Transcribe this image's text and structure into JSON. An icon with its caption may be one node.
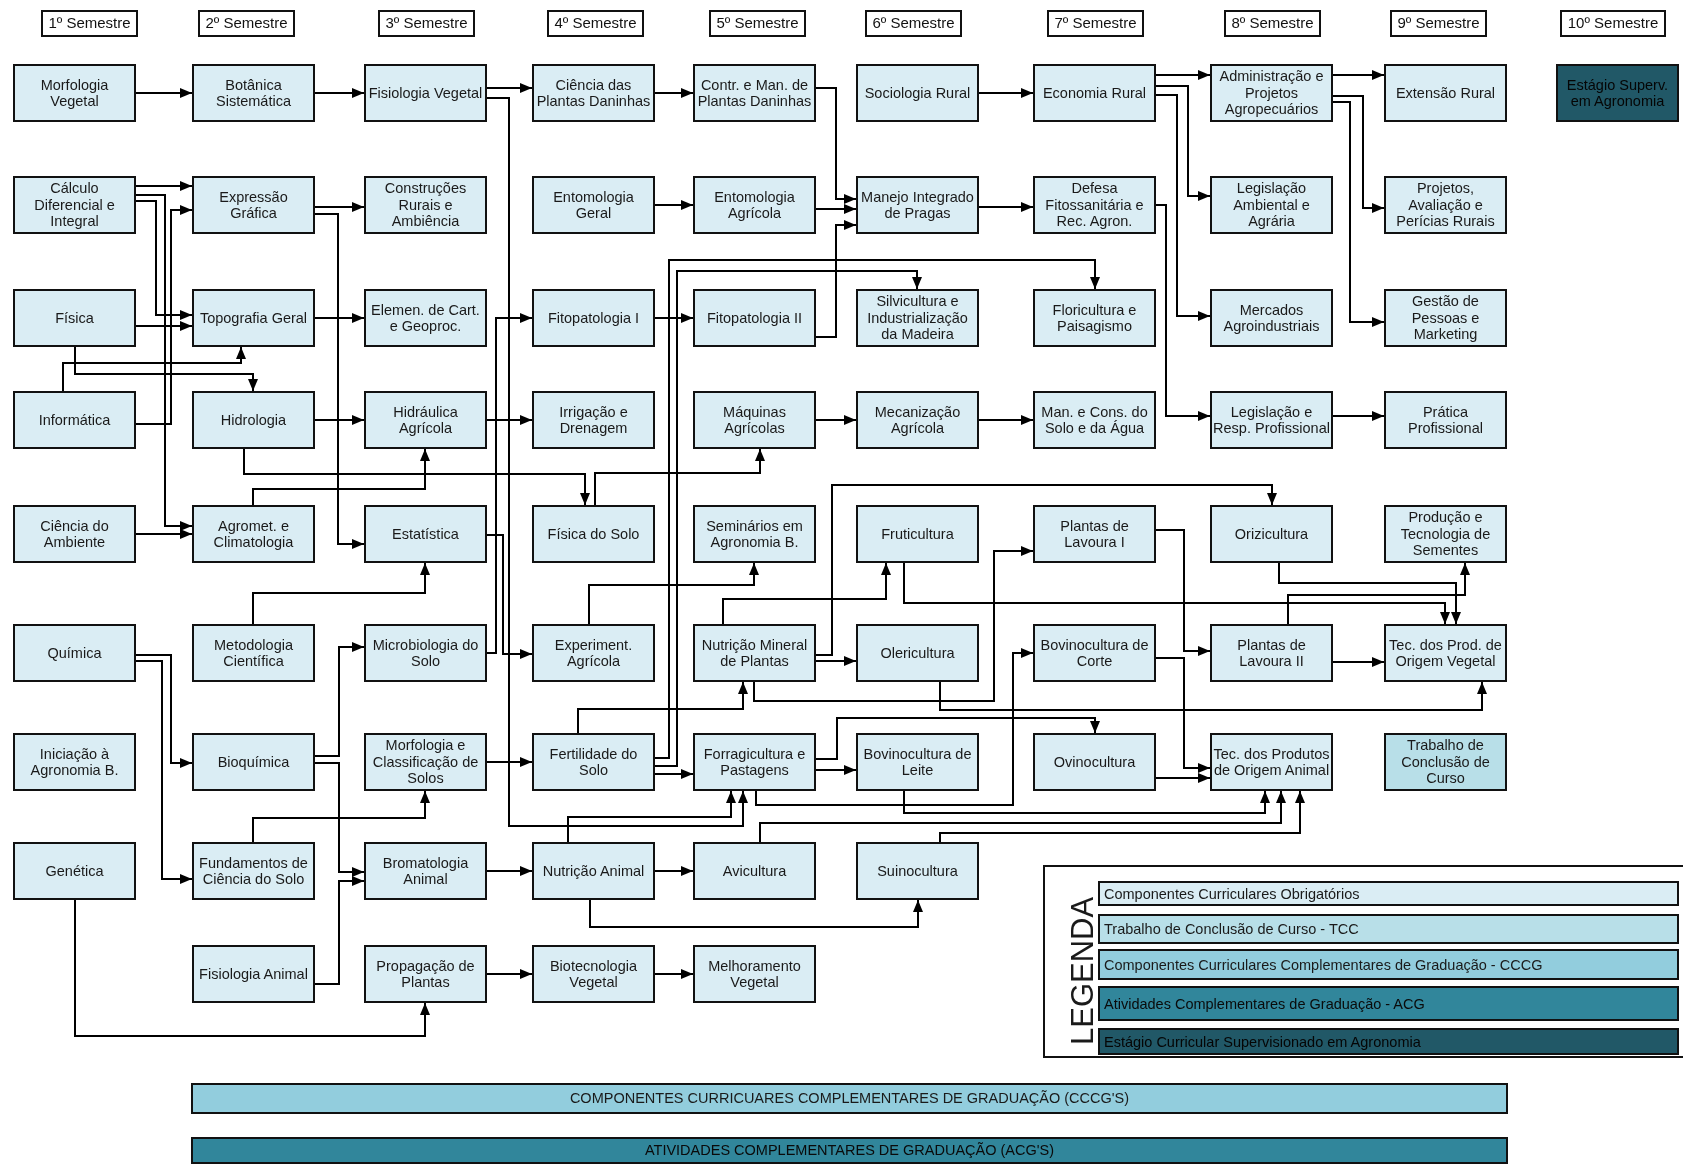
{
  "diagram": {
    "nodes": [
      {
        "text": [
          "1º Semestre"
        ]
      },
      {
        "text": [
          "2º Semestre"
        ]
      },
      {
        "text": [
          "3º Semestre"
        ]
      },
      {
        "text": [
          "4º Semestre"
        ]
      },
      {
        "text": [
          "5º Semestre"
        ]
      },
      {
        "text": [
          "6º Semestre"
        ]
      },
      {
        "text": [
          "7º Semestre"
        ]
      },
      {
        "text": [
          "8º Semestre"
        ]
      },
      {
        "text": [
          "9º Semestre"
        ]
      },
      {
        "text": [
          "10º Semestre"
        ]
      },
      {
        "text": [
          "Morfologia Vegetal"
        ]
      },
      {
        "text": [
          "Cálculo Diferencial e Integral"
        ]
      },
      {
        "text": [
          "Física"
        ]
      },
      {
        "text": [
          "Informática"
        ]
      },
      {
        "text": [
          "Ciência do Ambiente"
        ]
      },
      {
        "text": [
          "Química"
        ]
      },
      {
        "text": [
          "Iniciação à Agronomia B."
        ]
      },
      {
        "text": [
          "Genética"
        ]
      },
      {
        "text": [
          "Botânica Sistemática"
        ]
      },
      {
        "text": [
          "Expressão Gráfica"
        ]
      },
      {
        "text": [
          "Topografia Geral"
        ]
      },
      {
        "text": [
          "Hidrologia"
        ]
      },
      {
        "text": [
          "Agromet. e Climatologia"
        ]
      },
      {
        "text": [
          "Metodologia Científica"
        ]
      },
      {
        "text": [
          "Bioquímica"
        ]
      },
      {
        "text": [
          "Fundamentos de Ciência do Solo"
        ]
      },
      {
        "text": [
          "Fisiologia Animal"
        ]
      },
      {
        "text": [
          "Fisiologia Vegetal"
        ]
      },
      {
        "text": [
          "Construções Rurais e Ambiência"
        ]
      },
      {
        "text": [
          "Elemen. de Cart. e Geoproc."
        ]
      },
      {
        "text": [
          "Hidráulica Agrícola"
        ]
      },
      {
        "text": [
          "Estatística"
        ]
      },
      {
        "text": [
          "Microbiologia do Solo"
        ]
      },
      {
        "text": [
          "Morfologia e Classificação de Solos"
        ]
      },
      {
        "text": [
          "Bromatologia Animal"
        ]
      },
      {
        "text": [
          "Propagação de Plantas"
        ]
      },
      {
        "text": [
          "Ciência das Plantas Daninhas"
        ]
      },
      {
        "text": [
          "Entomologia Geral"
        ]
      },
      {
        "text": [
          "Fitopatologia I"
        ]
      },
      {
        "text": [
          "Irrigação e Drenagem"
        ]
      },
      {
        "text": [
          "Física do Solo"
        ]
      },
      {
        "text": [
          "Experiment. Agrícola"
        ]
      },
      {
        "text": [
          "Fertilidade do Solo"
        ]
      },
      {
        "text": [
          "Nutrição Animal"
        ]
      },
      {
        "text": [
          "Biotecnologia Vegetal"
        ]
      },
      {
        "text": [
          "Contr. e Man. de Plantas Daninhas"
        ]
      },
      {
        "text": [
          "Entomologia Agrícola"
        ]
      },
      {
        "text": [
          "Fitopatologia II"
        ]
      },
      {
        "text": [
          "Máquinas Agrícolas"
        ]
      },
      {
        "text": [
          "Seminários em Agronomia B."
        ]
      },
      {
        "text": [
          "Nutrição Mineral de Plantas"
        ]
      },
      {
        "text": [
          "Forragicultura e Pastagens"
        ]
      },
      {
        "text": [
          "Avicultura"
        ]
      },
      {
        "text": [
          "Melhoramento Vegetal"
        ]
      },
      {
        "text": [
          "Sociologia Rural"
        ]
      },
      {
        "text": [
          "Manejo Integrado de Pragas"
        ]
      },
      {
        "text": [
          "Silvicultura e Industrialização da Madeira"
        ]
      },
      {
        "text": [
          "Mecanização Agrícola"
        ]
      },
      {
        "text": [
          "Fruticultura"
        ]
      },
      {
        "text": [
          "Olericultura"
        ]
      },
      {
        "text": [
          "Bovinocultura de Leite"
        ]
      },
      {
        "text": [
          "Suinocultura"
        ]
      },
      {
        "text": [
          "Economia Rural"
        ]
      },
      {
        "text": [
          "Defesa Fitossanitária e Rec. Agron."
        ]
      },
      {
        "text": [
          "Floricultura e Paisagismo"
        ]
      },
      {
        "text": [
          "Man. e Cons. do Solo e da Água"
        ]
      },
      {
        "text": [
          "Plantas de Lavoura I"
        ]
      },
      {
        "text": [
          "Bovinocultura de Corte"
        ]
      },
      {
        "text": [
          "Ovinocultura"
        ]
      },
      {
        "text": [
          "Administração e Projetos Agropecuários"
        ]
      },
      {
        "text": [
          "Legislação Ambiental e Agrária"
        ]
      },
      {
        "text": [
          "Mercados Agroindustriais"
        ]
      },
      {
        "text": [
          "Legislação e Resp. Profissional"
        ]
      },
      {
        "text": [
          "Orizicultura"
        ]
      },
      {
        "text": [
          "Plantas de Lavoura II"
        ]
      },
      {
        "text": [
          "Tec. dos Produtos de Origem Animal"
        ]
      },
      {
        "text": [
          "Extensão Rural"
        ]
      },
      {
        "text": [
          "Projetos, Avaliação e Perícias Rurais"
        ]
      },
      {
        "text": [
          "Gestão de Pessoas e Marketing"
        ]
      },
      {
        "text": [
          "Prática Profissional"
        ]
      },
      {
        "text": [
          "Produção e Tecnologia de Sementes"
        ]
      },
      {
        "text": [
          "Tec. dos Prod. de Origem Vegetal"
        ]
      },
      {
        "text": [
          "Trabalho de Conclusão de Curso"
        ]
      },
      {
        "text": [
          "Estágio Superv. em Agronomia"
        ]
      },
      {
        "text": [
          "COMPONENTES CURRICUARES COMPLEMENTARES DE GRADUAÇÃO (CCCG'S)"
        ]
      },
      {
        "text": [
          "ATIVIDADES COMPLEMENTARES DE GRADUAÇÃO (ACG'S)"
        ]
      }
    ],
    "edges": [
      {
        "from": 10,
        "to": 18,
        "arrow": "to"
      },
      {
        "from": 18,
        "to": 27,
        "arrow": "to"
      },
      {
        "from": 27,
        "to": 36,
        "arrow": "to"
      },
      {
        "from": 27,
        "to": 51,
        "arrow": "to"
      },
      {
        "from": 36,
        "to": 45,
        "arrow": "to"
      },
      {
        "from": 45,
        "to": 55,
        "arrow": "to"
      },
      {
        "from": 11,
        "to": 19,
        "arrow": "to"
      },
      {
        "from": 11,
        "to": 20,
        "arrow": "to"
      },
      {
        "from": 11,
        "to": 22,
        "arrow": "to"
      },
      {
        "from": 12,
        "to": 20,
        "arrow": "to"
      },
      {
        "from": 12,
        "to": 21,
        "arrow": "to"
      },
      {
        "from": 13,
        "to": 19,
        "arrow": "to"
      },
      {
        "from": 13,
        "to": 20,
        "arrow": "to"
      },
      {
        "from": 14,
        "to": 22,
        "arrow": "to"
      },
      {
        "from": 19,
        "to": 28,
        "arrow": "to"
      },
      {
        "from": 19,
        "to": 31,
        "arrow": "to"
      },
      {
        "from": 20,
        "to": 29,
        "arrow": "to"
      },
      {
        "from": 21,
        "to": 30,
        "arrow": "to"
      },
      {
        "from": 21,
        "to": 40,
        "arrow": "to"
      },
      {
        "from": 22,
        "to": 30,
        "arrow": "to"
      },
      {
        "from": 23,
        "to": 31,
        "arrow": "to"
      },
      {
        "from": 15,
        "to": 24,
        "arrow": "to"
      },
      {
        "from": 15,
        "to": 25,
        "arrow": "to"
      },
      {
        "from": 24,
        "to": 32,
        "arrow": "to"
      },
      {
        "from": 24,
        "to": 34,
        "arrow": "to"
      },
      {
        "from": 25,
        "to": 33,
        "arrow": "to"
      },
      {
        "from": 26,
        "to": 34,
        "arrow": "to"
      },
      {
        "from": 17,
        "to": 35,
        "arrow": "to"
      },
      {
        "from": 30,
        "to": 39,
        "arrow": "to"
      },
      {
        "from": 31,
        "to": 41,
        "arrow": "to"
      },
      {
        "from": 32,
        "to": 38,
        "arrow": "to"
      },
      {
        "from": 33,
        "to": 42,
        "arrow": "to"
      },
      {
        "from": 34,
        "to": 43,
        "arrow": "to"
      },
      {
        "from": 35,
        "to": 44,
        "arrow": "to"
      },
      {
        "from": 37,
        "to": 46,
        "arrow": "to"
      },
      {
        "from": 38,
        "to": 47,
        "arrow": "to"
      },
      {
        "from": 40,
        "to": 48,
        "arrow": "to"
      },
      {
        "from": 41,
        "to": 49,
        "arrow": "to"
      },
      {
        "from": 42,
        "to": 50,
        "arrow": "to"
      },
      {
        "from": 42,
        "to": 51,
        "arrow": "to"
      },
      {
        "from": 42,
        "to": 56,
        "arrow": "to"
      },
      {
        "from": 42,
        "to": 64,
        "arrow": "to"
      },
      {
        "from": 43,
        "to": 51,
        "arrow": "to"
      },
      {
        "from": 43,
        "to": 52,
        "arrow": "to"
      },
      {
        "from": 43,
        "to": 61,
        "arrow": "to"
      },
      {
        "from": 44,
        "to": 53,
        "arrow": "to"
      },
      {
        "from": 46,
        "to": 55,
        "arrow": "to"
      },
      {
        "from": 47,
        "to": 55,
        "arrow": "to"
      },
      {
        "from": 48,
        "to": 57,
        "arrow": "to"
      },
      {
        "from": 50,
        "to": 58,
        "arrow": "to"
      },
      {
        "from": 50,
        "to": 59,
        "arrow": "to"
      },
      {
        "from": 50,
        "to": 66,
        "arrow": "to"
      },
      {
        "from": 50,
        "to": 73,
        "arrow": "to"
      },
      {
        "from": 51,
        "to": 60,
        "arrow": "to"
      },
      {
        "from": 51,
        "to": 67,
        "arrow": "to"
      },
      {
        "from": 51,
        "to": 68,
        "arrow": "to"
      },
      {
        "from": 52,
        "to": 75,
        "arrow": "to"
      },
      {
        "from": 54,
        "to": 62,
        "arrow": "to"
      },
      {
        "from": 55,
        "to": 63,
        "arrow": "to"
      },
      {
        "from": 57,
        "to": 65,
        "arrow": "to"
      },
      {
        "from": 58,
        "to": 81,
        "arrow": "to"
      },
      {
        "from": 59,
        "to": 81,
        "arrow": "to"
      },
      {
        "from": 60,
        "to": 75,
        "arrow": "to"
      },
      {
        "from": 61,
        "to": 75,
        "arrow": "to"
      },
      {
        "from": 62,
        "to": 69,
        "arrow": "to"
      },
      {
        "from": 62,
        "to": 70,
        "arrow": "to"
      },
      {
        "from": 62,
        "to": 71,
        "arrow": "to"
      },
      {
        "from": 63,
        "to": 72,
        "arrow": "to"
      },
      {
        "from": 66,
        "to": 74,
        "arrow": "to"
      },
      {
        "from": 67,
        "to": 75,
        "arrow": "to"
      },
      {
        "from": 68,
        "to": 75,
        "arrow": "to"
      },
      {
        "from": 69,
        "to": 76,
        "arrow": "to"
      },
      {
        "from": 69,
        "to": 77,
        "arrow": "to"
      },
      {
        "from": 69,
        "to": 78,
        "arrow": "to"
      },
      {
        "from": 72,
        "to": 79,
        "arrow": "to"
      },
      {
        "from": 73,
        "to": 81,
        "arrow": "to"
      },
      {
        "from": 74,
        "to": 80,
        "arrow": "to"
      },
      {
        "from": 74,
        "to": 81,
        "arrow": "to"
      }
    ],
    "labels": [
      "LEGENDA"
    ],
    "legend": [
      {
        "text": "Componentes Curriculares Obrigatórios",
        "color": "#daedf4"
      },
      {
        "text": "Trabalho de Conclusão de Curso - TCC",
        "color": "#b8dfe8"
      },
      {
        "text": "Componentes Curriculares Complementares de Graduação - CCCG",
        "color": "#92cddd"
      },
      {
        "text": "Atividades Complementares de Graduação - ACG",
        "color": "#31869b"
      },
      {
        "text": "Estágio Curricular Supervisionado em Agronomia",
        "color": "#215867"
      }
    ]
  }
}
